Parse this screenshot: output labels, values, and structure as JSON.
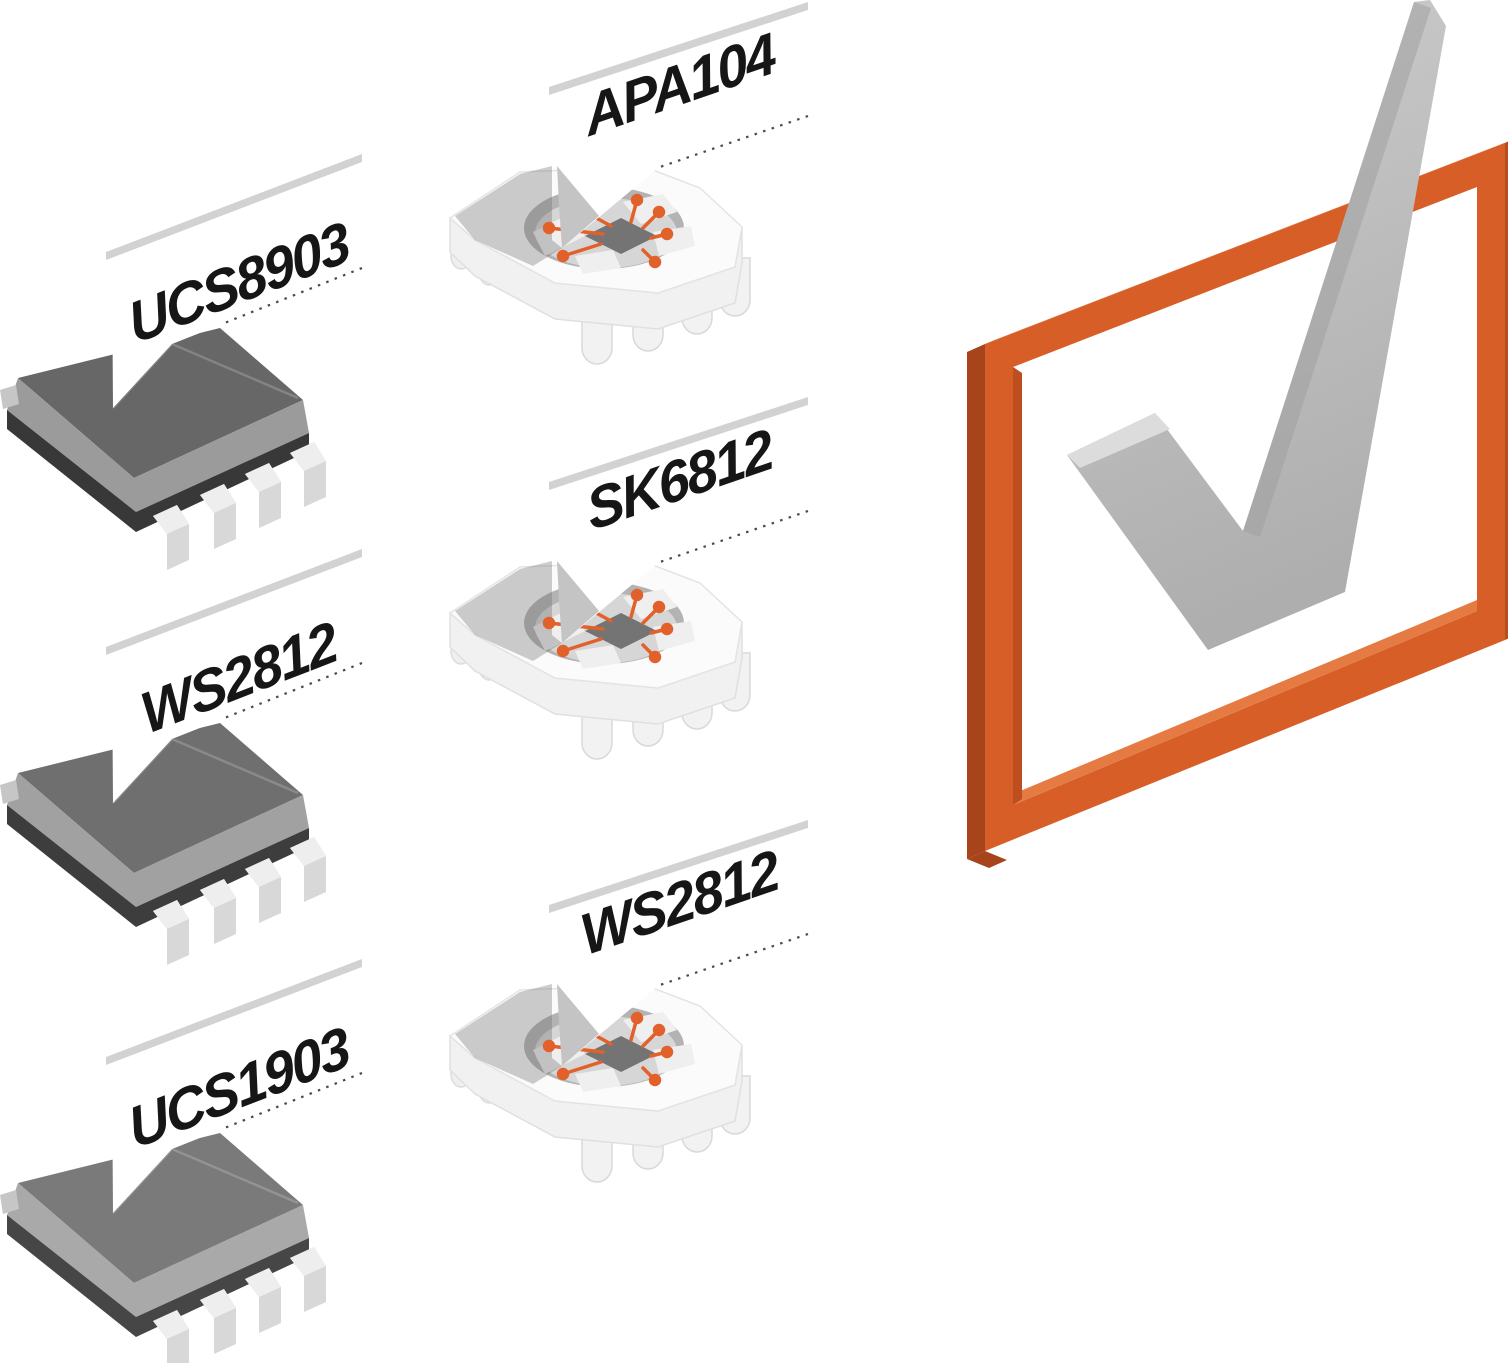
{
  "illustration": {
    "description": "Supported addressable LED driver chip types with confirmation checkmark",
    "background": "#FFFFFF"
  },
  "units": [
    {
      "id": "chip-ucs8903",
      "type": "soic-chip",
      "label": "UCS8903"
    },
    {
      "id": "led-apa104",
      "type": "smd-led",
      "label": "APA104"
    },
    {
      "id": "chip-ws2812",
      "type": "soic-chip",
      "label": "WS2812"
    },
    {
      "id": "led-sk6812",
      "type": "smd-led",
      "label": "SK6812"
    },
    {
      "id": "chip-ucs1903",
      "type": "soic-chip",
      "label": "UCS1903"
    },
    {
      "id": "led-ws2812",
      "type": "smd-led",
      "label": "WS2812"
    }
  ],
  "checkbox": {
    "checked": true,
    "frame_color": "#D75E26",
    "frame_shadow_color": "#A7441B",
    "frame_highlight_color": "#E8824C",
    "check_color": "#BDBDBD"
  },
  "palette": {
    "bond_wire_orange": "#E2612A",
    "flag_white": "#FFFFFF",
    "label_text_color": "#161616",
    "chip_body_gray": "#6B6B6B"
  }
}
